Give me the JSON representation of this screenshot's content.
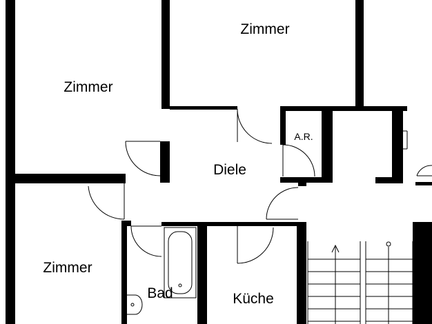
{
  "rooms": {
    "zimmer_top_left": "Zimmer",
    "zimmer_top_center": "Zimmer",
    "zimmer_bottom_left": "Zimmer",
    "abstellraum": "A.R.",
    "diele": "Diele",
    "bad": "Bad",
    "kueche": "Küche"
  }
}
